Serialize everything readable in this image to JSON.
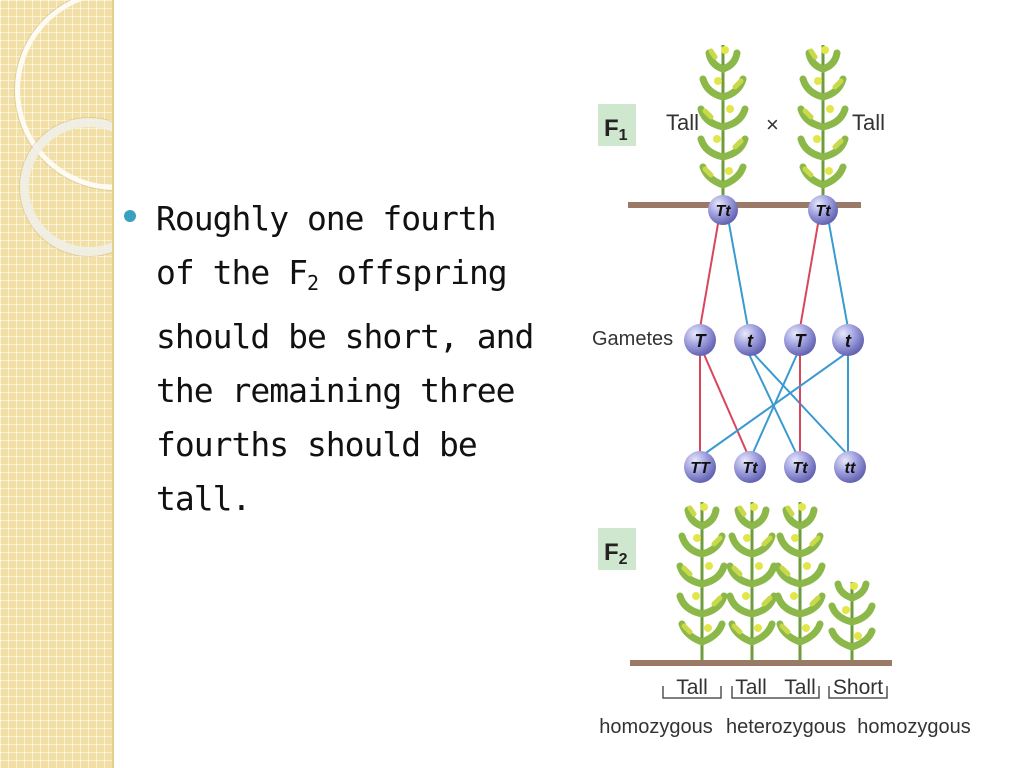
{
  "slide": {
    "bullet_before_sub": "Roughly one fourth of the F",
    "bullet_sub": "2",
    "bullet_after_sub": " offspring should be short, and the remaining three fourths should be tall."
  },
  "diagram": {
    "f1_label": "F",
    "f1_sub": "1",
    "f2_label": "F",
    "f2_sub": "2",
    "parent_left_label": "Tall",
    "cross_symbol": "×",
    "parent_right_label": "Tall",
    "parent_genotypes": [
      "Tt",
      "Tt"
    ],
    "gametes_label": "Gametes",
    "gametes": [
      "T",
      "t",
      "T",
      "t"
    ],
    "offspring_genotypes": [
      "TT",
      "Tt",
      "Tt",
      "tt"
    ],
    "phenotypes": [
      "Tall",
      "Tall",
      "Tall",
      "Short"
    ],
    "zygosity": [
      "homozygous",
      "heterozygous",
      "homozygous"
    ],
    "colors": {
      "allele_circle": "#8a8ad0",
      "red_line": "#d9455a",
      "blue_line": "#3a9ad0",
      "ground": "#9a7a66",
      "generation_box": "#cfe6cf"
    }
  }
}
